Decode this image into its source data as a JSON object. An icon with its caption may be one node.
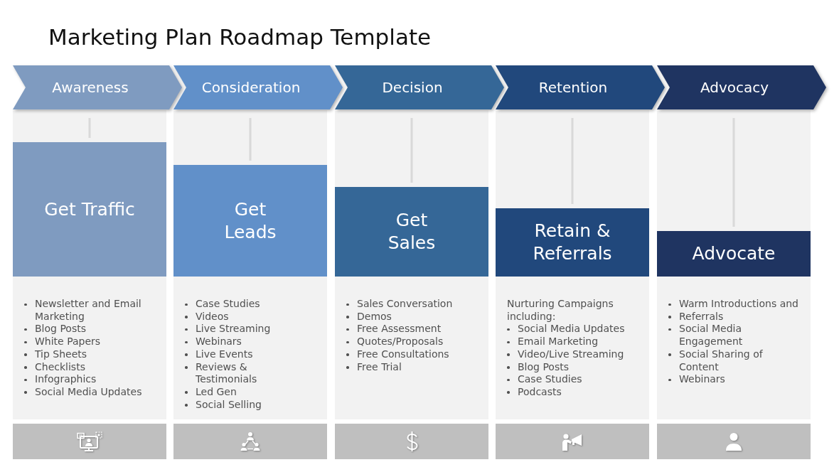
{
  "diagram": {
    "title": "Marketing Plan Roadmap Template",
    "nodes": [
      {
        "text": [
          "Awareness"
        ]
      },
      {
        "text": [
          "Consideration"
        ]
      },
      {
        "text": [
          "Decision"
        ]
      },
      {
        "text": [
          "Retention"
        ]
      },
      {
        "text": [
          "Advocacy"
        ]
      },
      {
        "text": [
          "Newsletter and Email Marketing",
          "Blog Posts",
          "White Papers",
          "Tip Sheets",
          "Checklists",
          "Infographics",
          "Social Media Updates"
        ]
      },
      {
        "text": [
          "Get Traffic"
        ],
        "in": 5
      },
      {
        "text": [
          "Case Studies",
          "Videos",
          "Live Streaming",
          "Webinars",
          "Live Events",
          "Reviews & Testimonials",
          "Led Gen",
          "Social Selling"
        ]
      },
      {
        "text": [
          "Get Leads"
        ],
        "in": 7
      },
      {
        "text": [
          "Sales Conversation",
          "Demos",
          "Free Assessment",
          "Quotes/Proposals",
          "Free Consultations",
          "Free Trial"
        ]
      },
      {
        "text": [
          "Get Sales"
        ],
        "in": 9
      },
      {
        "text": [
          "Nurturing Campaigns including:",
          "Social Media Updates",
          "Email Marketing",
          "Video/Live Streaming",
          "Blog Posts",
          "Case Studies",
          "Podcasts"
        ]
      },
      {
        "text": [
          "Retain & Referrals"
        ],
        "in": 11
      },
      {
        "text": [
          "Warm Introductions and",
          "Referrals",
          "Social Media Engagement",
          "Social Sharing of Content",
          "Webinars"
        ]
      },
      {
        "text": [
          "Advocate"
        ],
        "in": 13
      }
    ],
    "edges": [
      {
        "from": 0,
        "to": 6,
        "arrow": "none"
      },
      {
        "from": 1,
        "to": 8,
        "arrow": "none"
      },
      {
        "from": 2,
        "to": 10,
        "arrow": "none"
      },
      {
        "from": 3,
        "to": 12,
        "arrow": "none"
      },
      {
        "from": 4,
        "to": 14,
        "arrow": "none"
      }
    ]
  }
}
